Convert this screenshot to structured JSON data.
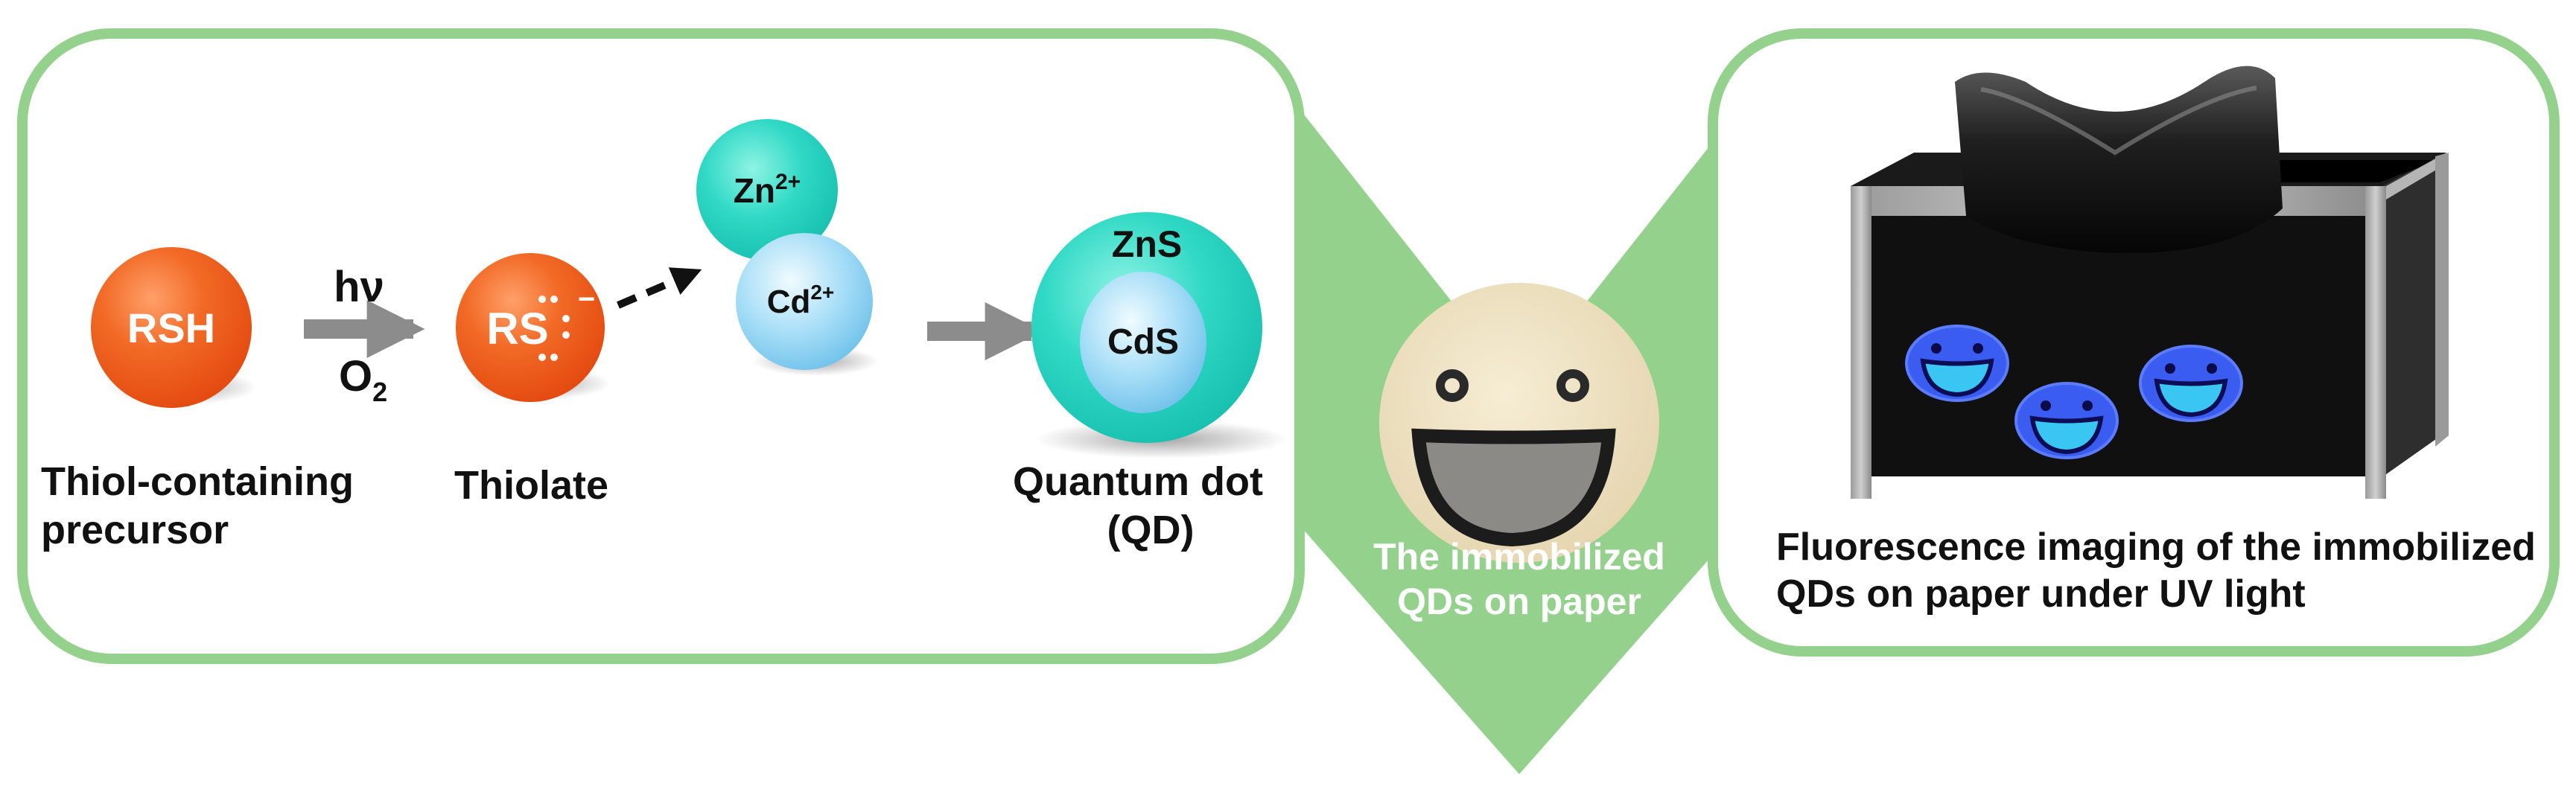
{
  "colors": {
    "panel_border": "#94d18c",
    "chevron": "#94d18c",
    "orange": "#f05b1c",
    "cyan": "#27d3c0",
    "light_blue": "#8fd4f2",
    "arrow_gray": "#8c8c8c",
    "uv_blue": "#3a5cf0",
    "box_dark": "#151515"
  },
  "icons": {
    "smiley": "smiley-face-icon",
    "uv_box": "uv-light-box-icon"
  },
  "left_panel": {
    "rsh": {
      "sphere_label": "RSH",
      "caption_line1": "Thiol-containing",
      "caption_line2": "precursor"
    },
    "arrow_top": "hν",
    "arrow_bottom_base": "O",
    "arrow_bottom_sub": "2",
    "thiolate": {
      "sphere_label": "RS",
      "charge": "−",
      "caption": "Thiolate"
    },
    "zn": {
      "base": "Zn",
      "sup": "2+"
    },
    "cd": {
      "base": "Cd",
      "sup": "2+"
    },
    "qd": {
      "shell": "ZnS",
      "core": "CdS",
      "caption_line1": "Quantum dot",
      "caption_line2": "(QD)"
    }
  },
  "middle": {
    "caption_line1": "The immobilized",
    "caption_line2": "QDs on paper"
  },
  "right_panel": {
    "caption_line1": "Fluorescence imaging of the immobilized",
    "caption_line2": "QDs on paper under UV light"
  }
}
